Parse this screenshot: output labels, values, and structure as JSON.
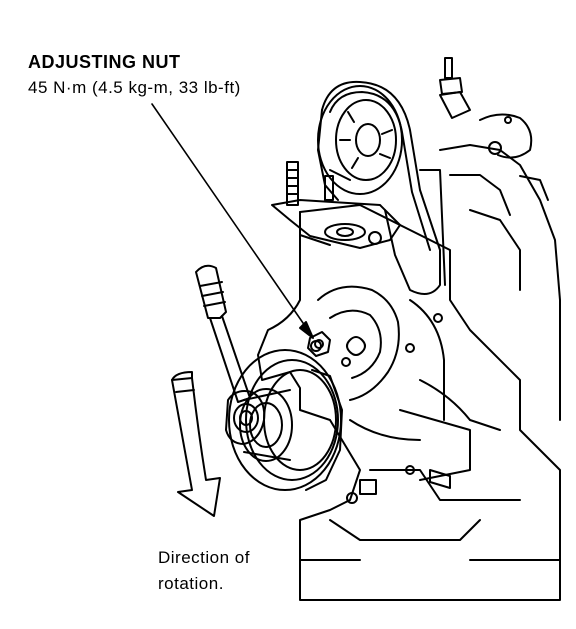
{
  "callout": {
    "title": "ADJUSTING NUT",
    "spec": "45 N·m (4.5 kg-m, 33 lb-ft)"
  },
  "direction_note": {
    "line1": "Direction of",
    "line2": "rotation."
  },
  "colors": {
    "ink": "#000000",
    "paper": "#ffffff"
  }
}
